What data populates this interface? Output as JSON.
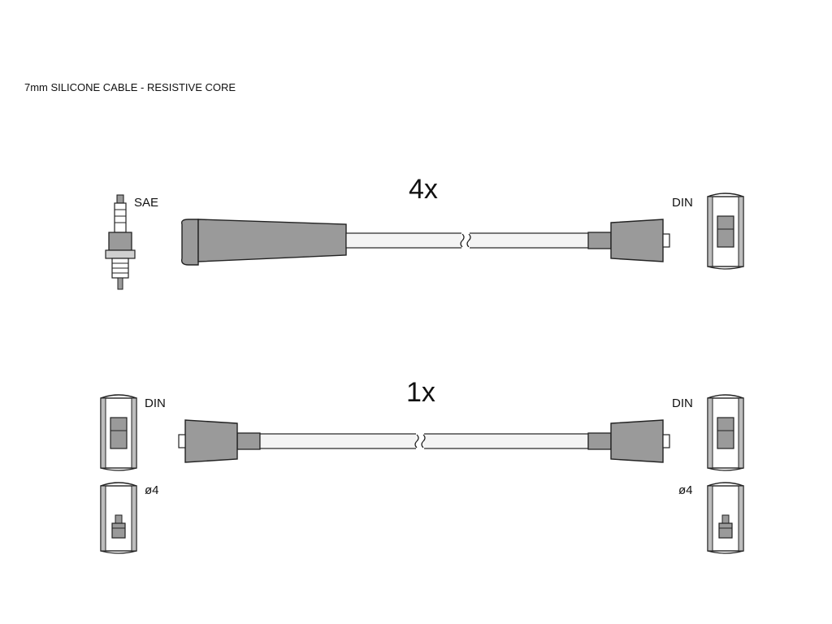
{
  "caption": "7mm SILICONE CABLE - RESISTIVE CORE",
  "top_assembly": {
    "quantity": "4x",
    "left_end_label": "SAE",
    "right_end_label": "DIN"
  },
  "bottom_assembly": {
    "quantity": "1x",
    "left_end_label": "DIN",
    "right_end_label": "DIN",
    "left_alt_label": "ø4",
    "right_alt_label": "ø4"
  },
  "colors": {
    "boot": "#9a9a9a",
    "stroke": "#222222",
    "cable": "#f4f4f4"
  }
}
